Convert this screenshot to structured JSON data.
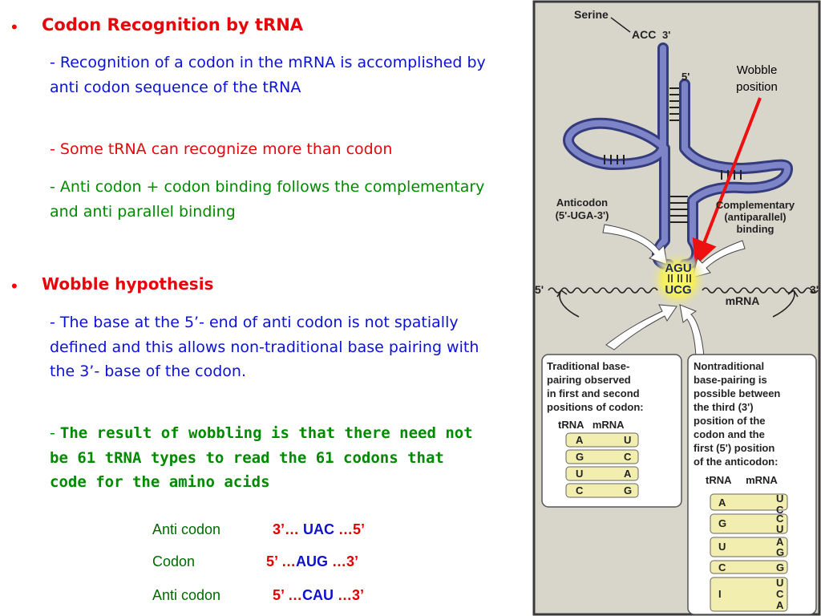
{
  "section1": {
    "bullet": "•",
    "title": "Codon Recognition by tRNA",
    "p1": "- Recognition of a codon in the mRNA is accomplished by anti codon sequence of the tRNA",
    "p2": "- Some tRNA can recognize more than codon",
    "p3": "- Anti codon + codon binding follows the complementary and anti parallel binding"
  },
  "section2": {
    "bullet": "•",
    "title": "Wobble hypothesis",
    "p1": "- The base at the 5’- end of anti codon is not spatially defined and this allows non-traditional base pairing with the 3’- base of the codon.",
    "p2_dash": "- ",
    "p2_bold": "The result of wobbling is that there need not be 61 tRNA types to read the 61 codons that code for the amino acids"
  },
  "sequences": [
    {
      "label": "Anti codon",
      "left": "3’… ",
      "core": "UAC",
      "right": " …5’"
    },
    {
      "label": "Codon",
      "left": "5’ …",
      "core": "AUG",
      "right": " …3’"
    },
    {
      "label": "Anti codon",
      "left": "5’ …",
      "core": "CAU",
      "right": " …3’"
    }
  ],
  "figure": {
    "serine": "Serine",
    "acc": "ACC",
    "three_prime": "3'",
    "five_prime": "5'",
    "wobble_line1": "Wobble",
    "wobble_line2": "position",
    "anticodon_l1": "Anticodon",
    "anticodon_l2": "(5'-UGA-3')",
    "compl_l1": "Complementary",
    "compl_l2": "(antiparallel)",
    "compl_l3": "binding",
    "agu": "AGU",
    "ucg": "UCG",
    "mrna_5": "5'",
    "mrna_3": "3'",
    "mrna": "mRNA",
    "trad_lines": [
      "Traditional base-",
      "pairing observed",
      "in first and second",
      "positions of codon:"
    ],
    "trad_header": "tRNA   mRNA",
    "trad_pairs": [
      [
        "A",
        "U"
      ],
      [
        "G",
        "C"
      ],
      [
        "U",
        "A"
      ],
      [
        "C",
        "G"
      ]
    ],
    "nontrad_lines": [
      "Nontraditional",
      "base-pairing is",
      "possible between",
      "the third (3')",
      "position of the",
      "codon and the",
      "first (5') position",
      "of the anticodon:"
    ],
    "nontrad_header": "tRNA     mRNA",
    "nontrad_pairs": [
      [
        "A",
        [
          "U",
          "C"
        ]
      ],
      [
        "G",
        [
          "C",
          "U"
        ]
      ],
      [
        "U",
        [
          "A",
          "G"
        ]
      ],
      [
        "C",
        [
          "G"
        ]
      ],
      [
        "I",
        [
          "U",
          "C",
          "A"
        ]
      ]
    ]
  }
}
